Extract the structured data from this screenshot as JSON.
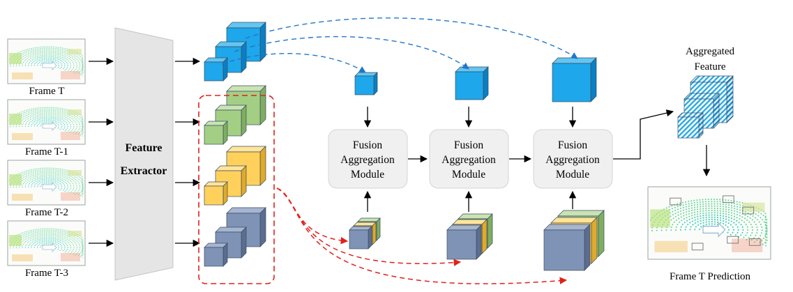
{
  "frames": [
    {
      "label": "Frame T"
    },
    {
      "label": "Frame T-1"
    },
    {
      "label": "Frame T-2"
    },
    {
      "label": "Frame T-3"
    }
  ],
  "extractor": {
    "line1": "Feature",
    "line2": "Extractor"
  },
  "modules": [
    {
      "line1": "Fusion",
      "line2": "Aggregation",
      "line3": "Module"
    },
    {
      "line1": "Fusion",
      "line2": "Aggregation",
      "line3": "Module"
    },
    {
      "line1": "Fusion",
      "line2": "Aggregation",
      "line3": "Module"
    }
  ],
  "aggregated": {
    "line1": "Aggregated",
    "line2": "Feature"
  },
  "prediction": {
    "label": "Frame T Prediction"
  },
  "colors": {
    "blue_front": "#1ea7ea",
    "blue_top": "#62c6f3",
    "blue_side": "#0a7fc4",
    "green_front": "#a3cf85",
    "green_top": "#c9e4b4",
    "green_side": "#7fae62",
    "yellow_front": "#ffd15c",
    "yellow_top": "#ffe49a",
    "yellow_side": "#e0aa2b",
    "slate_front": "#7f93b7",
    "slate_top": "#a6b5d0",
    "slate_side": "#5b6d91",
    "dashed_blue": "#1f77c9",
    "dashed_red": "#e0201b",
    "extractor_fill": "#e5e5e5",
    "module_fill": "#f0f0f0"
  }
}
